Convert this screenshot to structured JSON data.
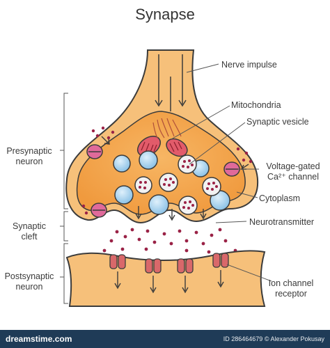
{
  "title": "Synapse",
  "labels": {
    "nerve_impulse": "Nerve impulse",
    "mitochondria": "Mitochondria",
    "synaptic_vesicle": "Synaptic vesicle",
    "voltage_gated_1": "Voltage-gated",
    "voltage_gated_2": "Ca²⁺ channel",
    "cytoplasm": "Cytoplasm",
    "neurotransmitter": "Neurotransmitter",
    "ion_channel_1": "Ion channel",
    "ion_channel_2": "receptor",
    "presynaptic_1": "Presynaptic",
    "presynaptic_2": "neuron",
    "synaptic_cleft_1": "Synaptic",
    "synaptic_cleft_2": "cleft",
    "postsynaptic_1": "Postsynaptic",
    "postsynaptic_2": "neuron"
  },
  "footer": {
    "brand": "dreamstime.com",
    "credit": "ID 286464679 © Alexander Pokusay"
  },
  "colors": {
    "axon_fill": "#f6c07a",
    "terminal_fill": "#f5a94f",
    "outline": "#3b3b3b",
    "vesicle_blue": "#a9d3ee",
    "vesicle_blue_dark": "#6aa6cf",
    "transmitter": "#9a2246",
    "channel_pink": "#e06a9a",
    "receptor_red": "#d9686a",
    "footer_bg": "#1f3b57"
  }
}
